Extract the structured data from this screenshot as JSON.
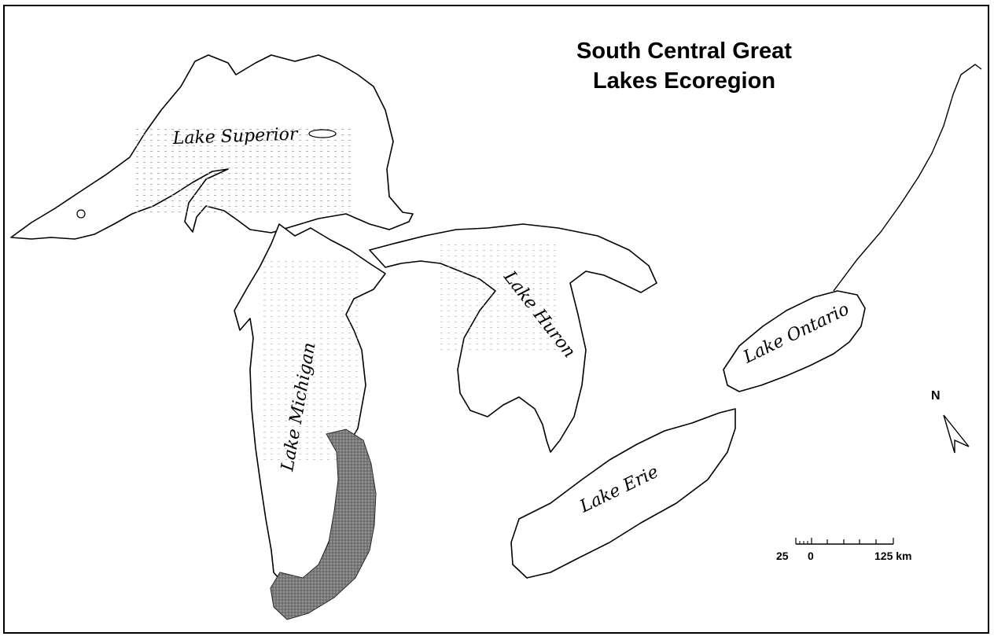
{
  "title": {
    "line1": "South Central Great",
    "line2": "Lakes Ecoregion"
  },
  "lakes": {
    "superior": "Lake Superior",
    "michigan": "Lake Michigan",
    "huron": "Lake Huron",
    "erie": "Lake Erie",
    "ontario": "Lake Ontario"
  },
  "north_arrow": {
    "label": "N",
    "icon": "north-arrow-icon"
  },
  "scale_bar": {
    "left_label": "25",
    "zero_label": "0",
    "right_label": "125 km"
  },
  "colors": {
    "ecoregion": "#6e6e6e",
    "water": "#ffffff",
    "outline": "#000000"
  }
}
